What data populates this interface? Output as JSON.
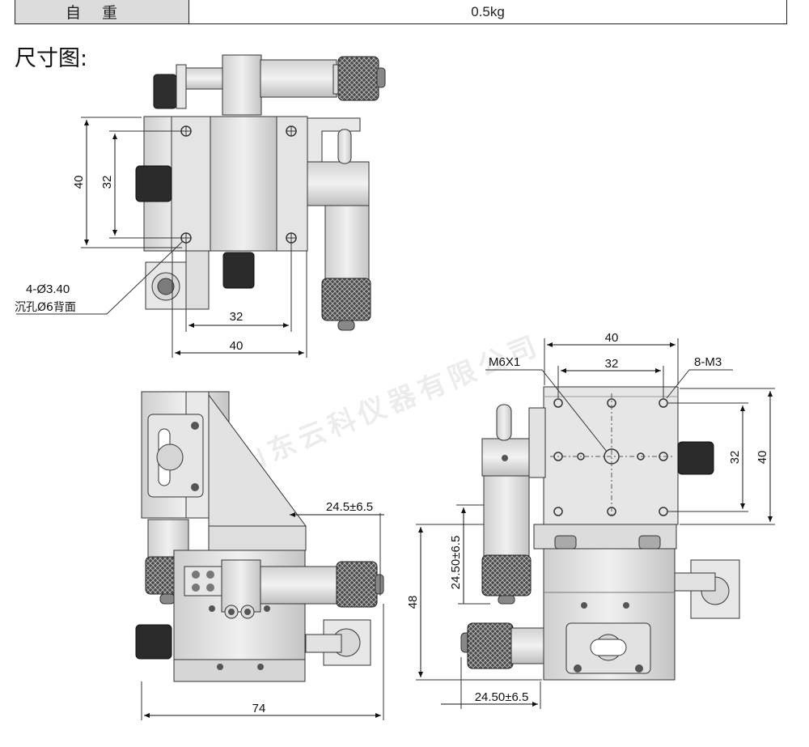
{
  "spec": {
    "label": "自重",
    "value": "0.5kg"
  },
  "section_title": "尺寸图:",
  "watermark": "山东云科仪器有限公司",
  "top_view": {
    "dim_height_outer": "40",
    "dim_height_inner": "32",
    "dim_width_inner": "32",
    "dim_width_outer": "40",
    "hole_note_line1": "4-Ø3.40",
    "hole_note_line2": "沉孔Ø6背面"
  },
  "side_view": {
    "dim_travel": "24.5±6.5",
    "dim_width_total": "74"
  },
  "front_view": {
    "dim_width_outer": "40",
    "dim_width_inner": "32",
    "label_center_thread": "M6X1",
    "label_corner_threads": "8-M3",
    "dim_height_inner": "32",
    "dim_height_outer": "40",
    "dim_height_total": "48",
    "dim_travel_vertical": "24.50±6.5",
    "dim_travel_horizontal": "24.50±6.5"
  }
}
